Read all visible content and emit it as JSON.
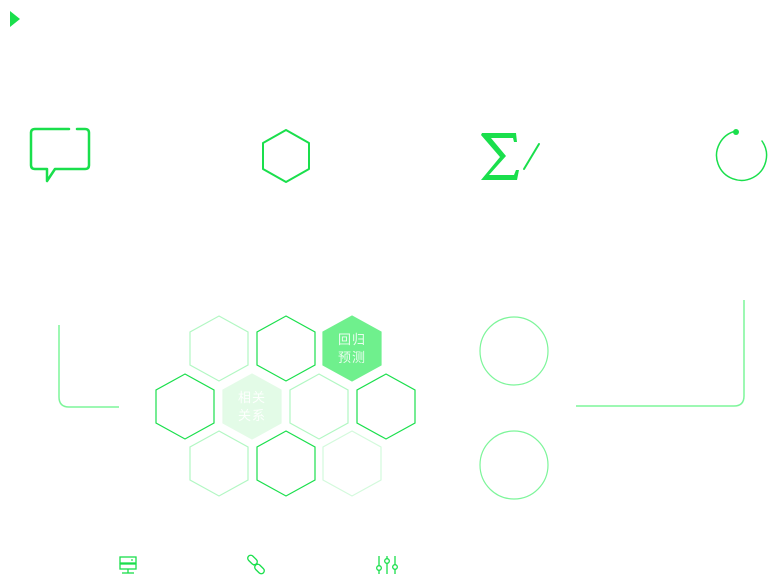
{
  "accent": "#1adf4c",
  "accent_light": "#7df59a",
  "accent_fill": "#6ff08d",
  "accent_pale_fill": "#e3fbe7",
  "icons": {
    "play": "play-icon",
    "chat": "chat-bubble-icon",
    "hexagon": "hexagon-icon",
    "sigma": "sigma-slash-icon",
    "refresh": "refresh-icon",
    "server": "server-icon",
    "link": "link-icon",
    "sliders": "sliders-icon"
  },
  "hex_cells": {
    "regression": {
      "line1": "回归",
      "line2": "预测"
    },
    "correlation": {
      "line1": "相关",
      "line2": "关系"
    }
  }
}
